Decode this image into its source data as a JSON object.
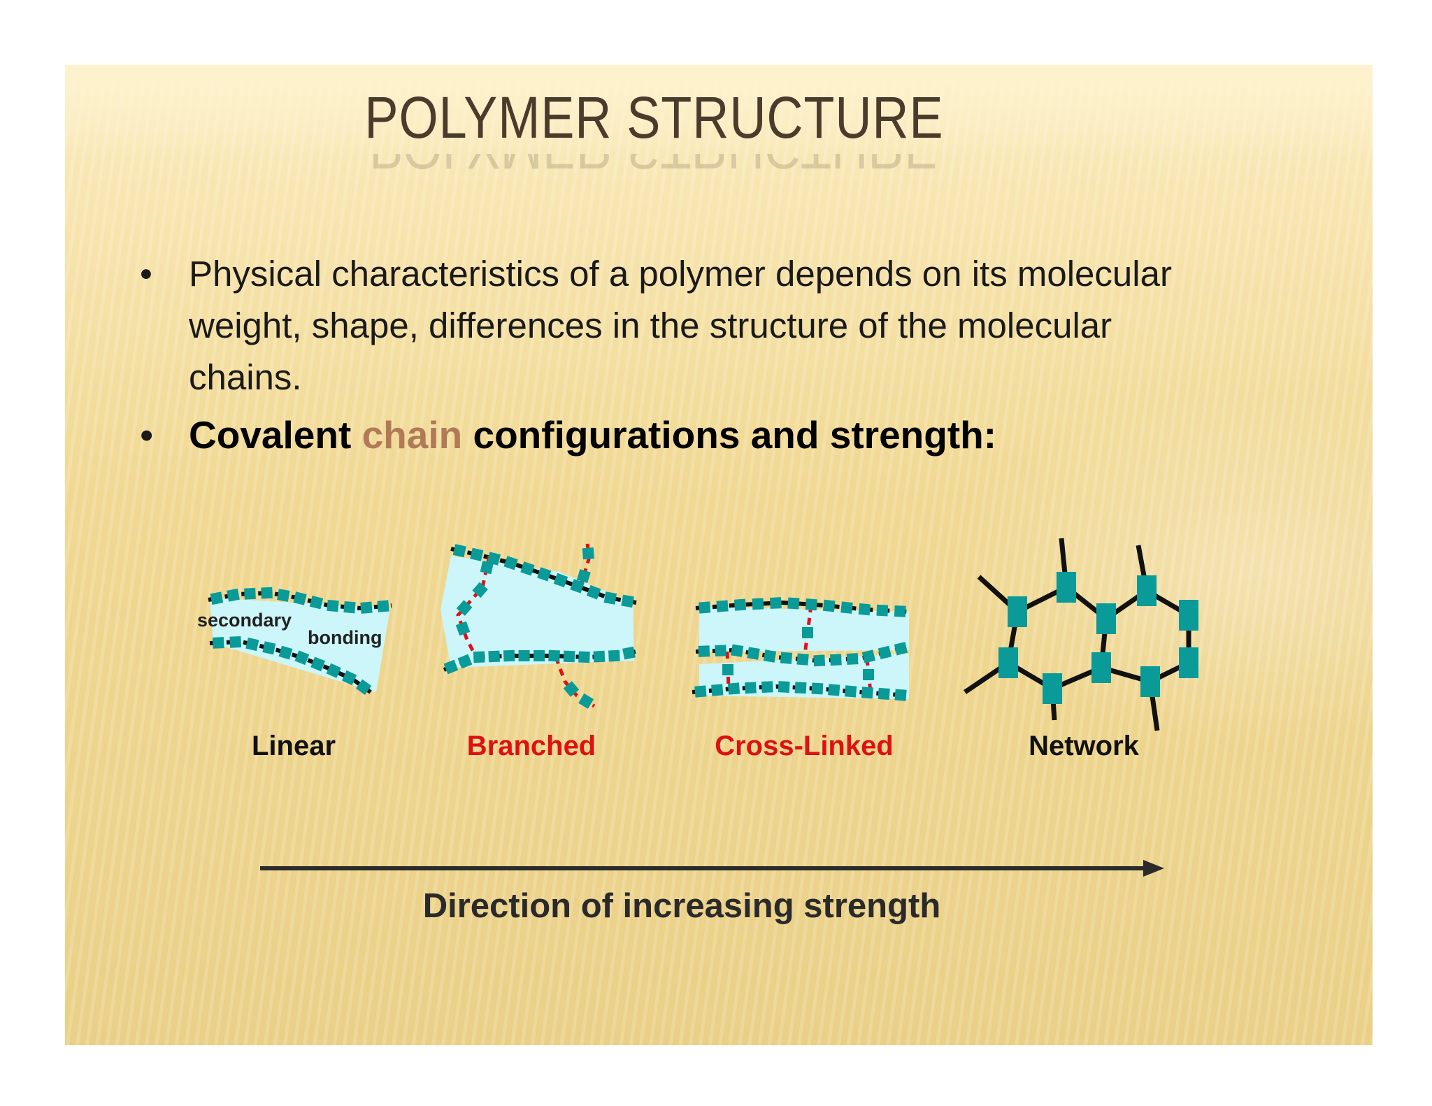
{
  "slide": {
    "title": "POLYMER STRUCTURE",
    "bullets": [
      "Physical characteristics of a polymer depends on its molecular weight, shape, differences in the structure of the molecular chains."
    ],
    "bullet2": {
      "part1": "Covalent ",
      "accent": "chain",
      "part2": " configurations and strength:"
    },
    "bullet_char": "•"
  },
  "diagram": {
    "labels": {
      "linear": "Linear",
      "branched": "Branched",
      "crosslinked": "Cross-Linked",
      "network": "Network"
    },
    "linear_annotations": {
      "secondary": "secondary",
      "bonding": "bonding"
    },
    "arrow_label": "Direction of  increasing strength",
    "colors": {
      "monomer": "#0a9a98",
      "fill": "#ccf6fa",
      "crosslink": "#e0101a",
      "label_red": "#dd1111",
      "label_black": "#111111"
    }
  }
}
